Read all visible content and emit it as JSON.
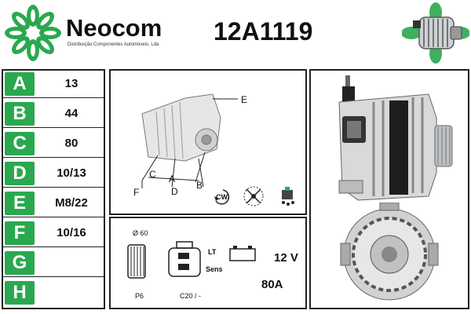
{
  "brand": {
    "name": "Neocom",
    "tagline": "Distribuição Componentes Automóveis, Lda",
    "accent_color": "#2aa84f",
    "logo_icon": "flower-logo-icon"
  },
  "part_number": "12A1119",
  "thumbnail_icon": "alternator-thumbnail-icon",
  "specs": [
    {
      "letter": "A",
      "value": "13"
    },
    {
      "letter": "B",
      "value": "44"
    },
    {
      "letter": "C",
      "value": "80"
    },
    {
      "letter": "D",
      "value": "10/13"
    },
    {
      "letter": "E",
      "value": "M8/22"
    },
    {
      "letter": "F",
      "value": "10/16"
    },
    {
      "letter": "G",
      "value": ""
    },
    {
      "letter": "H",
      "value": ""
    }
  ],
  "drawing": {
    "labels": {
      "e": "E",
      "c": "C",
      "a": "A",
      "b": "B",
      "f": "F",
      "d": "D"
    },
    "rotation": "CW",
    "rotation_icon": "clockwise-arrow-icon",
    "fan_icon": "fan-blades-icon",
    "regulator_icon": "regulator-icon"
  },
  "terminal": {
    "pulley_diameter": "Ø 60",
    "pulley_type": "P6",
    "connector_code": "C20 / -",
    "connector_lt": "LT",
    "connector_sens": "Sens",
    "voltage": "12 V",
    "amperage": "80A",
    "battery_icon": "battery-icon"
  },
  "photos": {
    "side_view": "alternator-side-photo",
    "front_view": "alternator-front-photo"
  }
}
